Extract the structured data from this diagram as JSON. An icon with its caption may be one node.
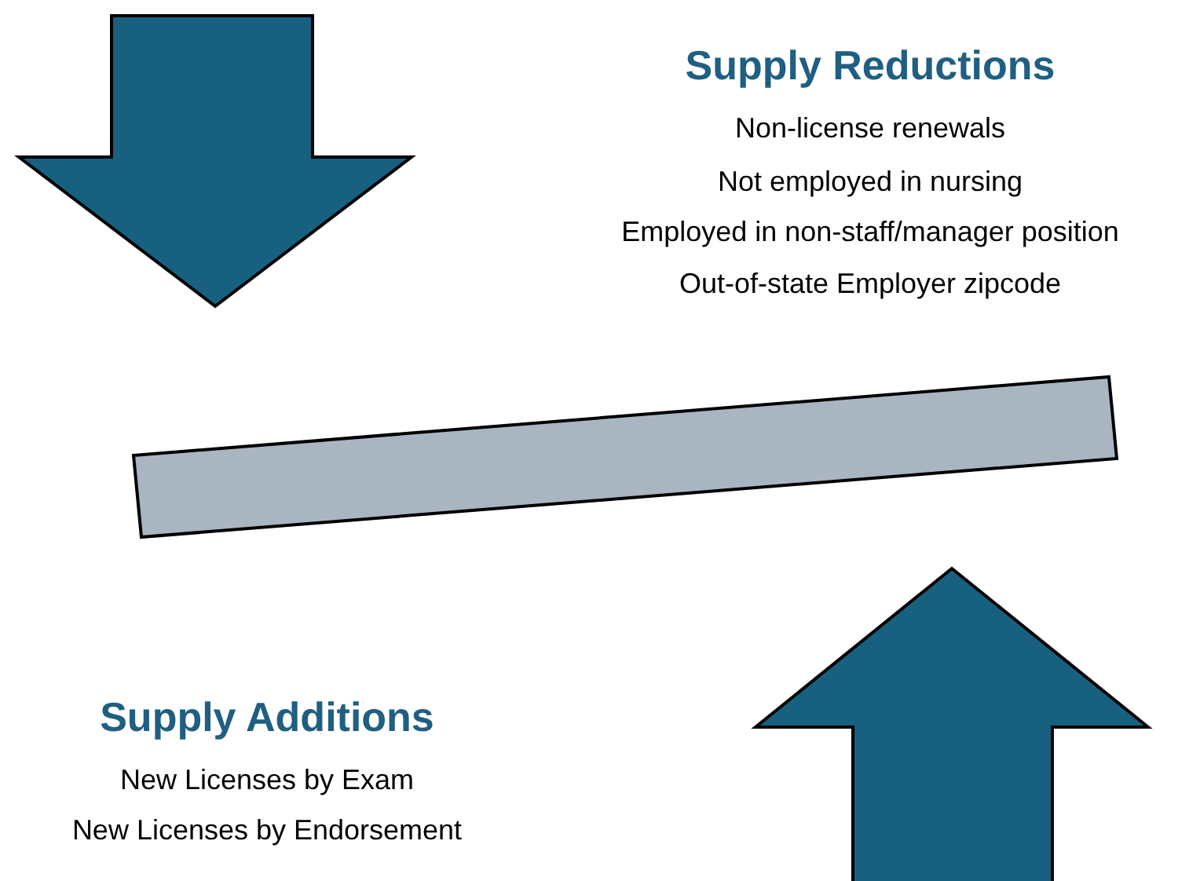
{
  "diagram": {
    "nodes": [
      {
        "text": [],
        "shape": "bar"
      }
    ],
    "labels": [
      "Supply Reductions",
      "Non-license renewals",
      "Not employed in nursing",
      "Employed in non-staff/manager position",
      "Out-of-state Employer zipcode",
      "Supply Additions",
      "New Licenses by Exam",
      "New Licenses by Endorsement"
    ]
  }
}
